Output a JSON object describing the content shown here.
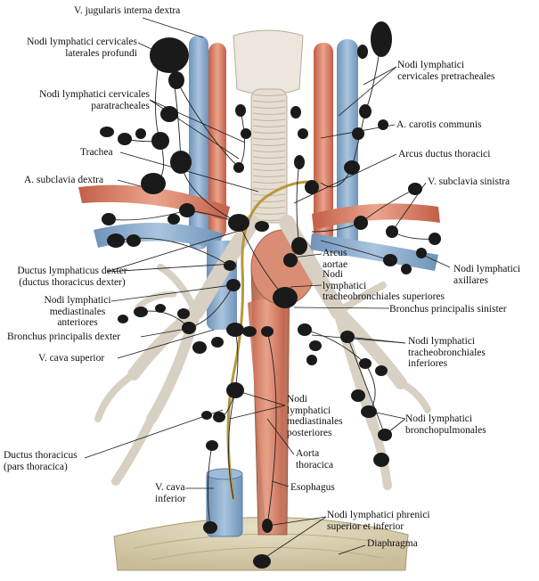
{
  "labels": {
    "jugularis": [
      "V. jugularis interna dextra"
    ],
    "cerv_lat": [
      "Nodi lymphatici cervicales",
      "laterales profundi"
    ],
    "cerv_pretrach": [
      "Nodi lymphatici",
      "cervicales pretracheales"
    ],
    "cerv_paratrach": [
      "Nodi lymphatici cervicales",
      "paratracheales"
    ],
    "carotis": [
      "A. carotis communis"
    ],
    "trachea": [
      "Trachea"
    ],
    "arcus_duct": [
      "Arcus ductus thoracici"
    ],
    "subcl_dextra": [
      "A. subclavia dextra"
    ],
    "subcl_sin": [
      "V. subclavia sinistra"
    ],
    "arcus_aortae": [
      "Arcus",
      "aortae"
    ],
    "duct_lymph": [
      "Ductus lymphaticus dexter",
      "(ductus thoracicus dexter)"
    ],
    "tracheobr_sup": [
      "Nodi",
      "lymphatici",
      "tracheobronchiales superiores"
    ],
    "axillares": [
      "Nodi lymphatici",
      "axillares"
    ],
    "mediast_ant": [
      "Nodi lymphatici",
      "mediastinales",
      "anteriores"
    ],
    "bronch_sin": [
      "Bronchus principalis sinister"
    ],
    "bronch_dex": [
      "Bronchus principalis dexter"
    ],
    "tracheobr_inf": [
      "Nodi lymphatici",
      "tracheobronchiales",
      "inferiores"
    ],
    "cava_sup": [
      "V. cava superior"
    ],
    "mediast_post": [
      "Nodi",
      "lymphatici",
      "mediastinales",
      "posteriores"
    ],
    "bronchopulm": [
      "Nodi lymphatici",
      "bronchopulmonales"
    ],
    "duct_thor": [
      "Ductus thoracicus",
      "(pars thoracica)"
    ],
    "aorta_thor": [
      "Aorta",
      "thoracica"
    ],
    "esophagus": [
      "Esophagus"
    ],
    "cava_inf": [
      "V. cava",
      "inferior"
    ],
    "phrenici": [
      "Nodi lymphatici phrenici",
      "superior et inferior"
    ],
    "diaphragma": [
      "Diaphragma"
    ]
  },
  "colors": {
    "vein": "#8fb0cf",
    "artery": "#d9826a",
    "node": "#1a1a1a",
    "trachea": "#e8e2d8",
    "esophagus": "#c98066",
    "diaphragm": "#d8cfb0",
    "leader": "#1a1a1a"
  }
}
